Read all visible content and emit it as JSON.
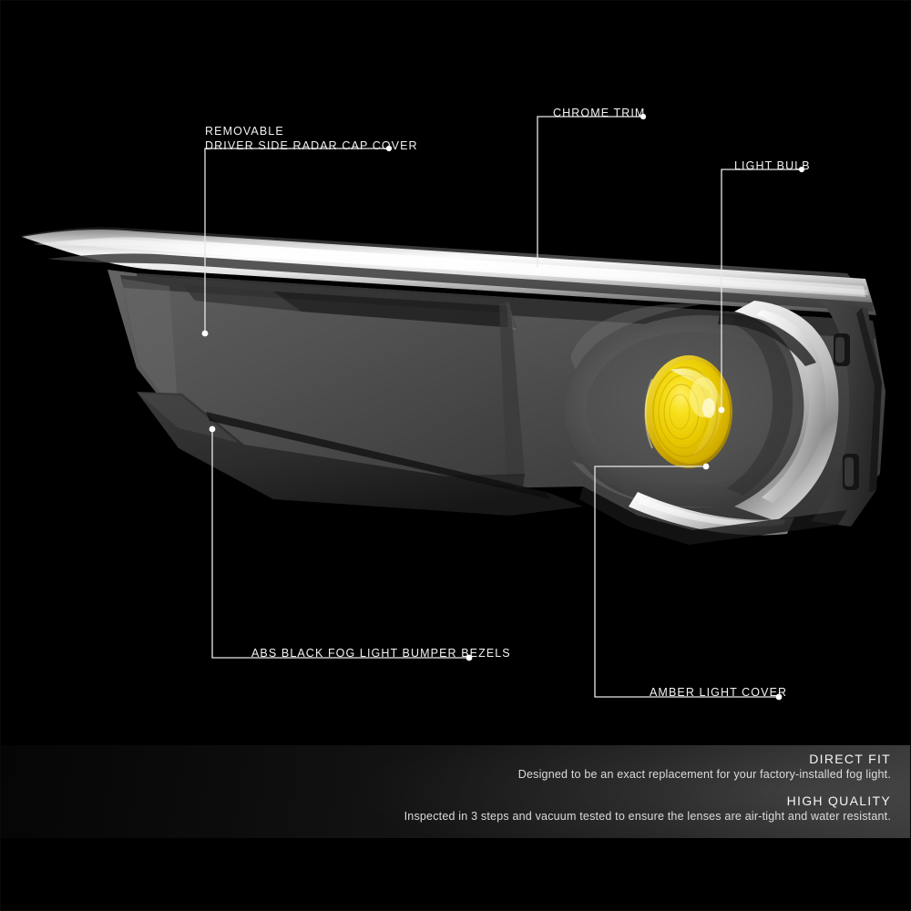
{
  "product": {
    "name": "driver-side-fog-light-assembly",
    "colors": {
      "background": "#000000",
      "bezel_dark": "#4a4a4a",
      "bezel_shadow": "#2b2b2b",
      "chrome_light": "#ededed",
      "chrome_mid": "#b4b4b4",
      "amber_lens": "#e8c800",
      "amber_lens_deep": "#c8a400",
      "callout_line": "#e8e8e8",
      "banner_text": "#ededed"
    }
  },
  "callouts": [
    {
      "id": "removable-driver-side-radar-cap-cover",
      "line1": "REMOVABLE",
      "line2": "DRIVER SIDE RADAR CAP COVER"
    },
    {
      "id": "chrome-trim",
      "line1": "CHROME TRIM"
    },
    {
      "id": "light-bulb",
      "line1": "LIGHT BULB"
    },
    {
      "id": "abs-black-fog-light-bumper-bezels",
      "line1": "ABS BLACK FOG LIGHT BUMPER BEZELS"
    },
    {
      "id": "amber-light-cover",
      "line1": "AMBER LIGHT COVER"
    }
  ],
  "banner": {
    "features": [
      {
        "title": "DIRECT FIT",
        "description": "Designed to be an exact replacement for your factory-installed fog light."
      },
      {
        "title": "HIGH QUALITY",
        "description": "Inspected in 3 steps and vacuum tested to ensure the lenses are air-tight and water resistant."
      }
    ]
  }
}
